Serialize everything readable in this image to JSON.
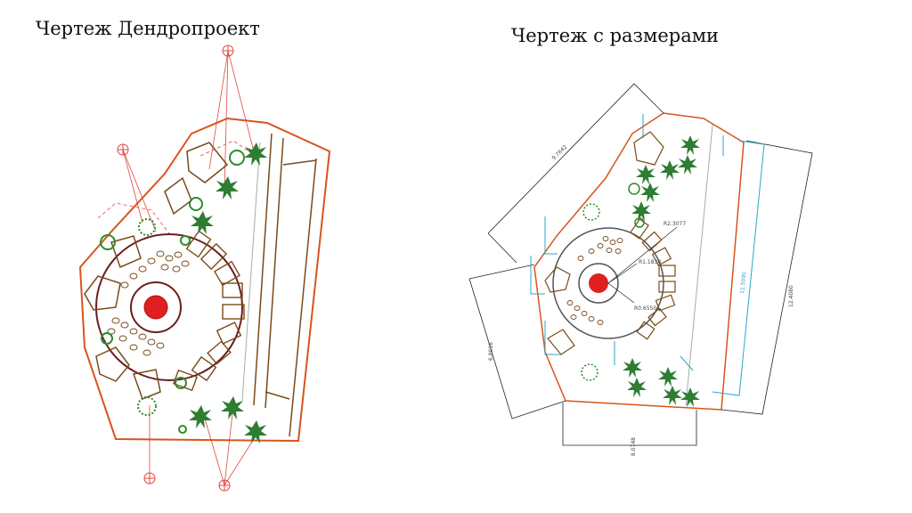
{
  "titles": {
    "left": "Чертеж Дендропроект",
    "right": "Чертеж с размерами"
  },
  "dimensions": {
    "top_diagonal": "9.7642",
    "left_vertical": "6.8016",
    "bottom": "8.0748",
    "right_long": "12.4080",
    "right_mid": "11.5090",
    "r1": "R1.1830",
    "r2": "R2.3077",
    "r3": "R0.6550"
  },
  "colors": {
    "boundary": "#d9541c",
    "plant_brown": "#7a4a1a",
    "marker_red": "#e0463f",
    "conifer_green": "#2e8b2e",
    "dimension_cyan": "#2aa7c9"
  }
}
